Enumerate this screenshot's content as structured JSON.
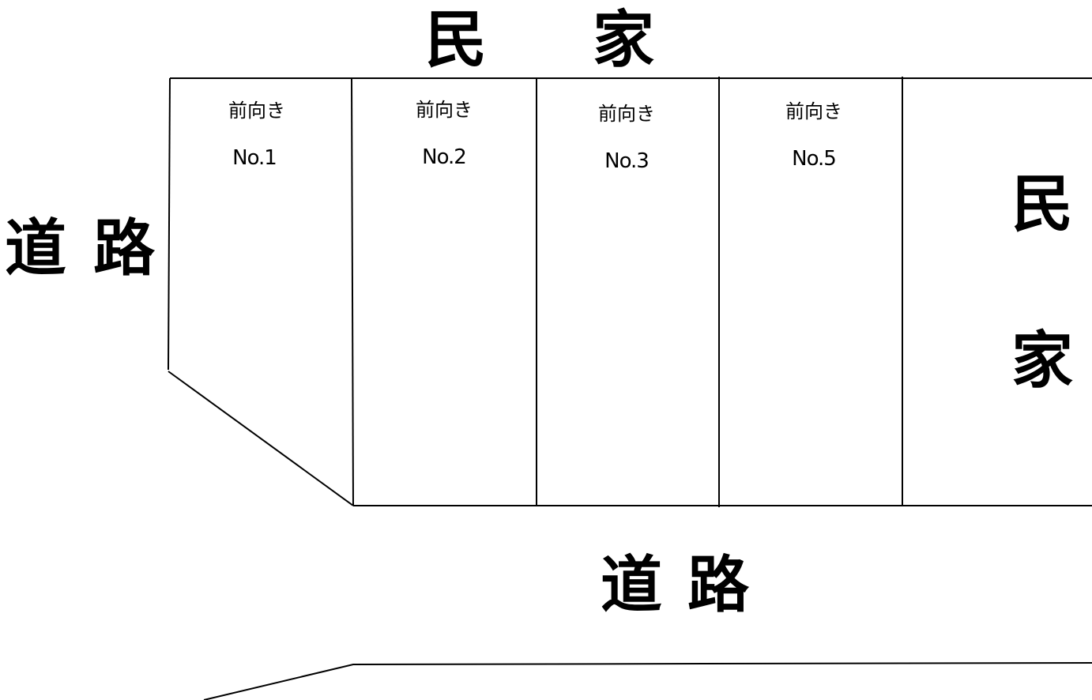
{
  "top_label": {
    "char1": "民",
    "char2": "家"
  },
  "left_label": {
    "char1": "道",
    "char2": "路"
  },
  "right_label": {
    "char1": "民",
    "char2": "家"
  },
  "bottom_label": {
    "char1": "道",
    "char2": "路"
  },
  "spaces": [
    {
      "orientation": "前向き",
      "number": "No.1"
    },
    {
      "orientation": "前向き",
      "number": "No.2"
    },
    {
      "orientation": "前向き",
      "number": "No.3"
    },
    {
      "orientation": "前向き",
      "number": "No.5"
    }
  ]
}
